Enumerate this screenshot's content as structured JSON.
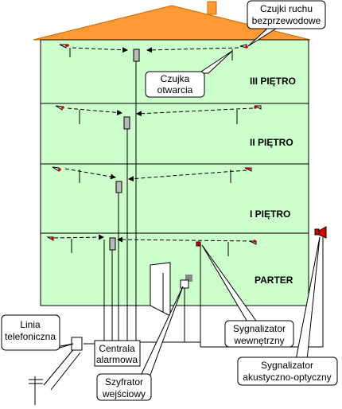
{
  "floors": {
    "floor3": "III PIĘTRO",
    "floor2": "II PIĘTRO",
    "floor1": "I PIĘTRO",
    "ground": "PARTER"
  },
  "callouts": {
    "motion_line1": "Czujki ruchu",
    "motion_line2": "bezprzewodowe",
    "door_line1": "Czujka",
    "door_line2": "otwarcia",
    "phone_line1": "Linia",
    "phone_line2": "telefoniczna",
    "panel_line1": "Centrala",
    "panel_line2": "alarmowa",
    "keypad_line1": "Szyfrator",
    "keypad_line2": "wejściowy",
    "indoor_line1": "Sygnalizator",
    "indoor_line2": "wewnętrzny",
    "outdoor_line1": "Sygnalizator",
    "outdoor_line2": "akustyczno-optyczny"
  },
  "colors": {
    "wall": "#ccffcc",
    "roof": "#ff9933",
    "siren_red": "#dd0000",
    "callout_bg": "#ffffff"
  }
}
